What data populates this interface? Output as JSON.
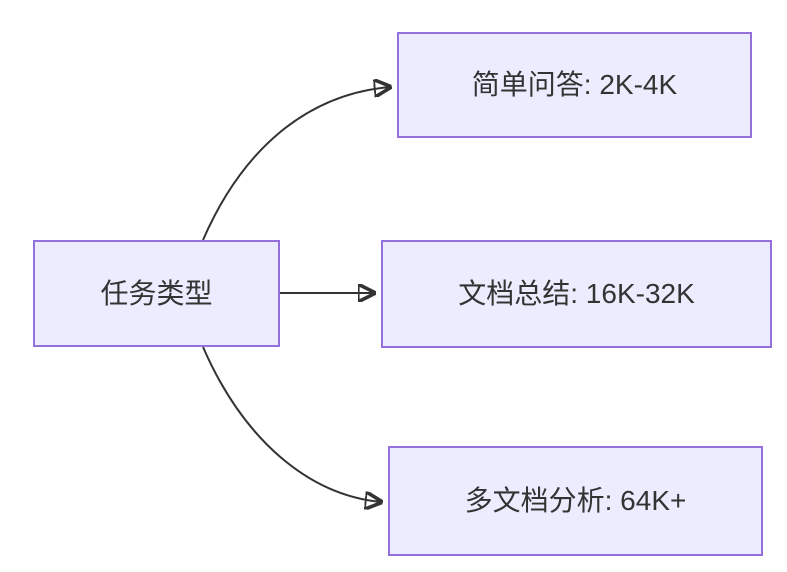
{
  "diagram": {
    "type": "flowchart-lr",
    "nodes": [
      {
        "id": "root",
        "label": "任务类型"
      },
      {
        "id": "qa",
        "label": "简单问答: 2K-4K"
      },
      {
        "id": "summary",
        "label": "文档总结: 16K-32K"
      },
      {
        "id": "multidoc",
        "label": "多文档分析: 64K+"
      }
    ],
    "edges": [
      {
        "from": "任务类型",
        "to": "简单问答: 2K-4K"
      },
      {
        "from": "任务类型",
        "to": "文档总结: 16K-32K"
      },
      {
        "from": "任务类型",
        "to": "多文档分析: 64K+"
      }
    ],
    "colors": {
      "node_fill": "#ECECFF",
      "node_border": "#9370DB",
      "text": "#333333",
      "arrow": "#333333",
      "background": "#FFFFFF"
    }
  }
}
